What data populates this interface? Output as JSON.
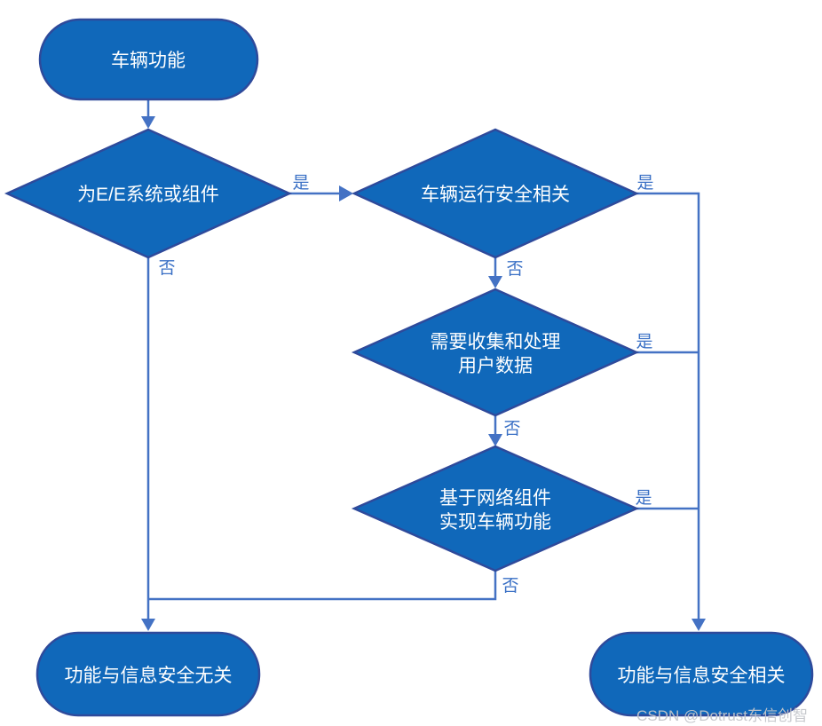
{
  "flowchart": {
    "nodes": {
      "start": {
        "label": "车辆功能"
      },
      "decision_ee": {
        "label": "为E/E系统或组件"
      },
      "decision_safety": {
        "label": "车辆运行安全相关"
      },
      "decision_userdata": {
        "label_line1": "需要收集和处理",
        "label_line2": "用户数据"
      },
      "decision_network": {
        "label_line1": "基于网络组件",
        "label_line2": "实现车辆功能"
      },
      "end_unrelated": {
        "label": "功能与信息安全无关"
      },
      "end_related": {
        "label": "功能与信息安全相关"
      }
    },
    "edge_labels": {
      "yes": "是",
      "no": "否"
    },
    "colors": {
      "node_fill": "#1068ba",
      "node_border": "#2e4a9b",
      "connector": "#4472c4",
      "edge_label_text": "#3a70c5",
      "node_text": "#ffffff",
      "watermark_text": "#c3c6cb"
    },
    "watermark": "CSDN @Dotrust东信创智"
  }
}
